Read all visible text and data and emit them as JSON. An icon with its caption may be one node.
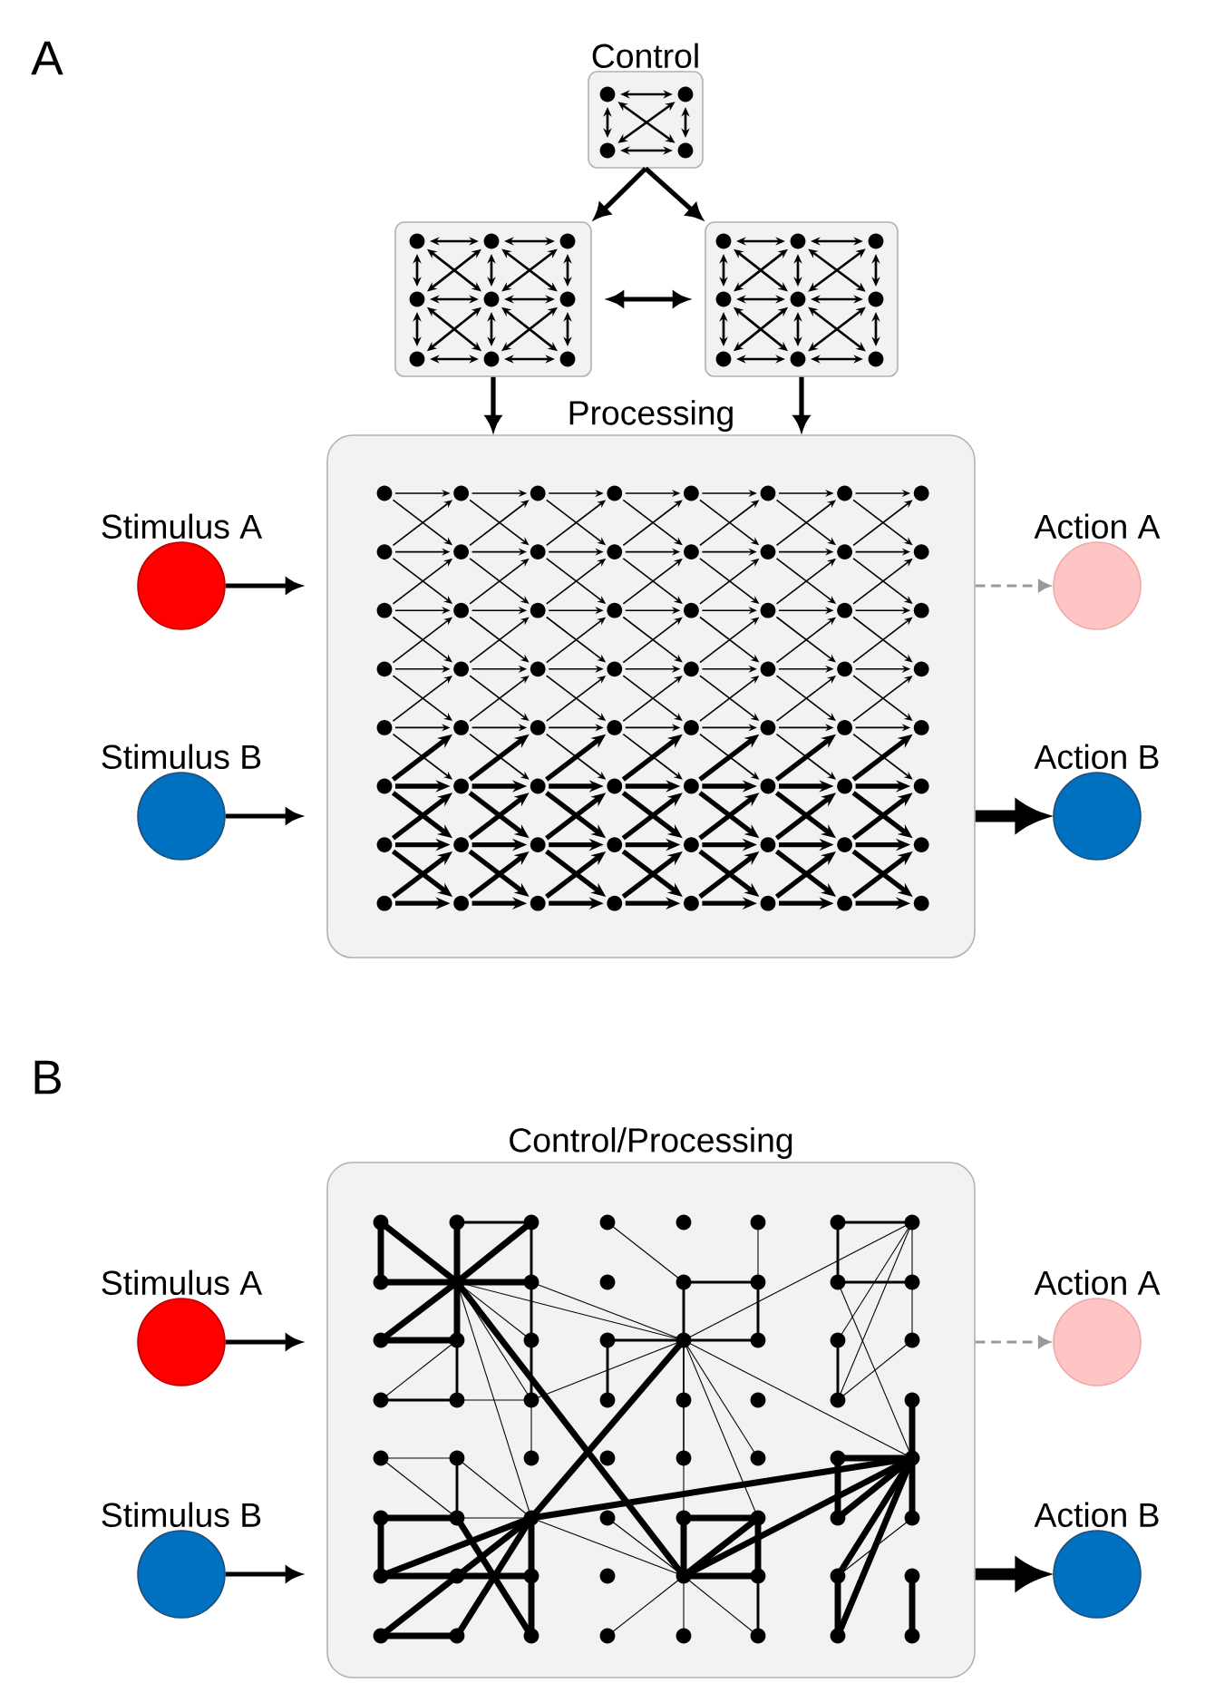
{
  "diagram": {
    "nodes": [
      {
        "text": [
          "Control"
        ]
      },
      {
        "text": [],
        "shape": "box"
      },
      {
        "text": [],
        "shape": "box"
      },
      {
        "text": [
          "Processing"
        ]
      },
      {
        "text": [
          "Stimulus A"
        ]
      },
      {
        "text": [
          "Stimulus B"
        ]
      },
      {
        "text": [
          "Action A"
        ]
      },
      {
        "text": [
          "Action B"
        ]
      },
      {
        "text": [
          "Control/Processing"
        ]
      },
      {
        "text": [
          "Stimulus A"
        ]
      },
      {
        "text": [
          "Stimulus B"
        ]
      },
      {
        "text": [
          "Action A"
        ]
      },
      {
        "text": [
          "Action B"
        ]
      }
    ],
    "edges": [
      {
        "from": 0,
        "to": 1,
        "arrow": "to"
      },
      {
        "from": 0,
        "to": 2,
        "arrow": "to"
      },
      {
        "from": 1,
        "to": 2,
        "arrow": "both"
      },
      {
        "from": 1,
        "to": 3,
        "arrow": "to"
      },
      {
        "from": 2,
        "to": 3,
        "arrow": "to"
      },
      {
        "from": 4,
        "to": 3,
        "arrow": "to"
      },
      {
        "from": 5,
        "to": 3,
        "arrow": "to"
      },
      {
        "from": 3,
        "to": 6,
        "arrow": "to",
        "style": "dashed",
        "color": "#999999"
      },
      {
        "from": 3,
        "to": 7,
        "arrow": "to",
        "style": "thick"
      },
      {
        "from": 9,
        "to": 8,
        "arrow": "to"
      },
      {
        "from": 10,
        "to": 8,
        "arrow": "to"
      },
      {
        "from": 8,
        "to": 11,
        "arrow": "to",
        "style": "dashed",
        "color": "#999999"
      },
      {
        "from": 8,
        "to": 12,
        "arrow": "to",
        "style": "thick"
      }
    ],
    "labels": [
      "A",
      "B"
    ]
  }
}
